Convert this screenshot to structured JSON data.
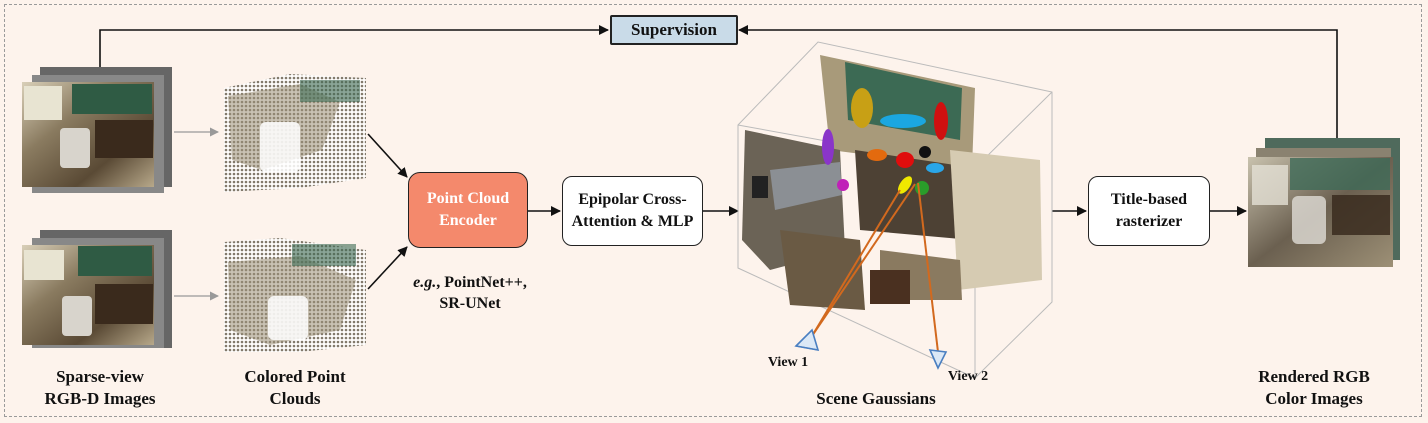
{
  "supervision": "Supervision",
  "encoder": {
    "label": "Point Cloud\nEncoder",
    "note": "e.g.",
    "note_rest": ", PointNet++,\nSR-UNet"
  },
  "attention": "Epipolar Cross-\nAttention & MLP",
  "rasterizer": "Title-based\nrasterizer",
  "captions": {
    "inputs": "Sparse-view\nRGB-D Images",
    "clouds": "Colored Point\nClouds",
    "gaussians": "Scene Gaussians",
    "outputs": "Rendered RGB\nColor Images"
  },
  "views": {
    "v1": "View 1",
    "v2": "View 2"
  },
  "colors": {
    "background": "#fdf3ec",
    "encoder_fill": "#f4896c",
    "supervision_fill": "#c9dbe8",
    "camera_line": "#d2691e",
    "camera_icon": "#4a7fc1"
  },
  "gaussian_ellipses": [
    {
      "color": "#c8a015"
    },
    {
      "color": "#1ba7e0"
    },
    {
      "color": "#d01010"
    },
    {
      "color": "#8a35c9"
    },
    {
      "color": "#e36a0e"
    },
    {
      "color": "#e00d0d"
    },
    {
      "color": "#111111"
    },
    {
      "color": "#c020b8"
    },
    {
      "color": "#f0e800"
    },
    {
      "color": "#2aa6e8"
    },
    {
      "color": "#2a9d2a"
    }
  ]
}
